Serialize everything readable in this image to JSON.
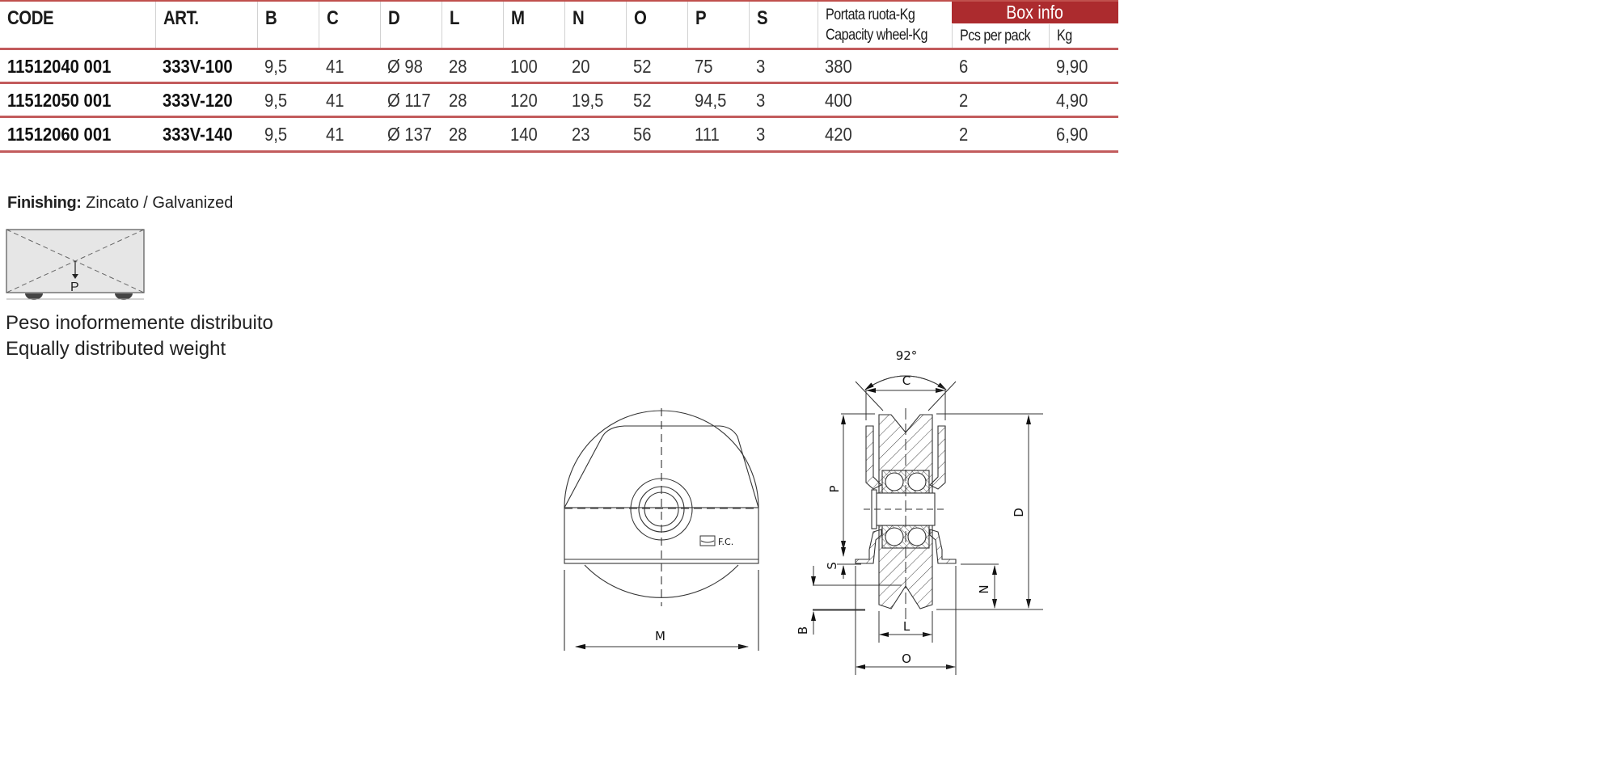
{
  "table": {
    "headers": [
      "CODE",
      "ART.",
      "B",
      "C",
      "D",
      "L",
      "M",
      "N",
      "O",
      "P",
      "S"
    ],
    "capacity_header": {
      "line1": "Portata ruota-Kg",
      "line2": "Capacity wheel-Kg"
    },
    "box_info": {
      "title": "Box info",
      "pcs_label": "Pcs per pack",
      "kg_label": "Kg"
    },
    "rows": [
      {
        "code": "11512040 001",
        "art": "333V-100",
        "b": "9,5",
        "c": "41",
        "d": "Ø 98",
        "l": "28",
        "m": "100",
        "n": "20",
        "o": "52",
        "p": "75",
        "s": "3",
        "capacity": "380",
        "pcs": "6",
        "kg": "9,90"
      },
      {
        "code": "11512050 001",
        "art": "333V-120",
        "b": "9,5",
        "c": "41",
        "d": "Ø 117",
        "l": "28",
        "m": "120",
        "n": "19,5",
        "o": "52",
        "p": "94,5",
        "s": "3",
        "capacity": "400",
        "pcs": "2",
        "kg": "4,90"
      },
      {
        "code": "11512060 001",
        "art": "333V-140",
        "b": "9,5",
        "c": "41",
        "d": "Ø 137",
        "l": "28",
        "m": "140",
        "n": "23",
        "o": "56",
        "p": "111",
        "s": "3",
        "capacity": "420",
        "pcs": "2",
        "kg": "6,90"
      }
    ]
  },
  "finishing": {
    "label": "Finishing:",
    "value": "Zincato / Galvanized"
  },
  "load_icon": {
    "name": "distributed-load-icon",
    "label": "P"
  },
  "weight_note": {
    "line1": "Peso inoformemente distribuito",
    "line2": "Equally distributed weight"
  },
  "drawing": {
    "front_view": {
      "dimension_m": "M",
      "marking": "F.C."
    },
    "section_view": {
      "angle": "92°",
      "dims": [
        "C",
        "P",
        "D",
        "S",
        "N",
        "B",
        "L",
        "O"
      ]
    }
  },
  "colors": {
    "accent_red": "#ac2b2e",
    "row_line": "#c25b5c",
    "divider": "#d2d2d2"
  }
}
